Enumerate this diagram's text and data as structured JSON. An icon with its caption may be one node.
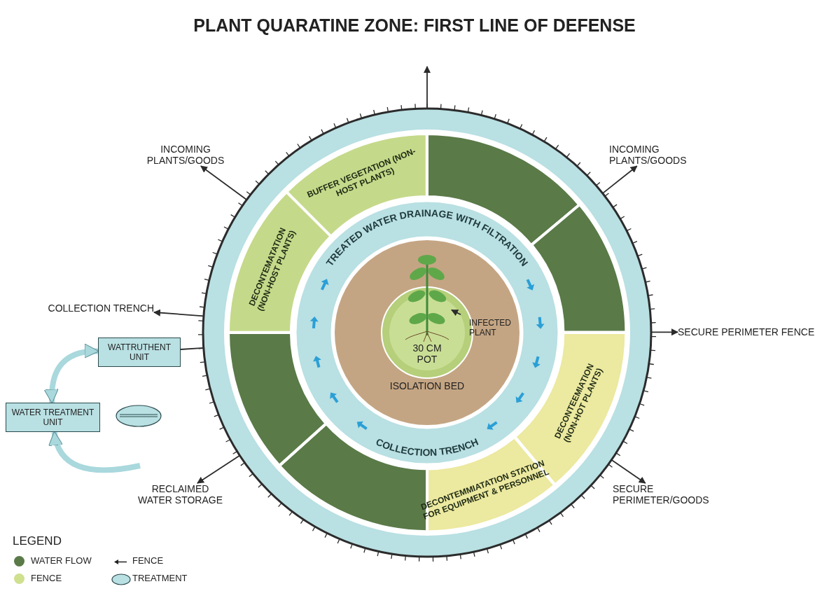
{
  "diagram": {
    "title": "PLANT QUARATINE ZONE: FIRST LINE OF DEFENSE",
    "nodes": [
      {
        "text": [],
        "shape": "circle"
      },
      {
        "text": [
          "BUFFER VEGETATION (NON-HOST PLANTS)"
        ],
        "in": 0
      },
      {
        "text": [
          "DECONTEMATATION (NON-HOST PLANTS)"
        ],
        "in": 0
      },
      {
        "text": [],
        "shape": "box",
        "in": 0
      },
      {
        "text": [],
        "shape": "box",
        "in": 0
      },
      {
        "text": [
          "DECONTEEMIATION (NON-HOT PLANTS)"
        ],
        "in": 0
      },
      {
        "text": [
          "DECONTEMMIATATION STATION FOR EQUIPMENT & PERSONNEL"
        ],
        "in": 0
      },
      {
        "text": [],
        "shape": "box",
        "in": 0
      },
      {
        "text": [],
        "shape": "box",
        "in": 0
      },
      {
        "text": [
          "TREATED WATER DRAINAGE WITH FILTRATION",
          "COLLECTION TRENCH"
        ],
        "in": 0
      },
      {
        "text": [
          "ISOLATION BED"
        ],
        "in": 9
      },
      {
        "text": [
          "30 CM POT"
        ],
        "in": 10
      },
      {
        "text": [],
        "shape": "picture",
        "in": 10
      },
      {
        "text": [
          "INFECTED PLANT"
        ],
        "in": 10
      },
      {
        "text": [
          "INCOMING PLANTS/GOODS"
        ]
      },
      {
        "text": [
          "INCOMING PLANTS/GOODS"
        ]
      },
      {
        "text": [
          "COLLECTION TRENCH"
        ]
      },
      {
        "text": [
          "SECURE PERIMETER FENCE"
        ]
      },
      {
        "text": [
          "RECLAIMED WATER STORAGE"
        ]
      },
      {
        "text": [
          "SECURE PERIMETER/GOODS"
        ]
      },
      {
        "text": [
          "WATTRUTHENT UNIT"
        ]
      },
      {
        "text": [
          "WATER TREATMENT UNIT"
        ]
      },
      {
        "text": [],
        "shape": "ellipse"
      }
    ],
    "edges": [
      {
        "from": 0,
        "to": 14,
        "arrow": "to"
      },
      {
        "from": 0,
        "to": 15,
        "arrow": "to"
      },
      {
        "from": 0,
        "to": 16,
        "arrow": "to"
      },
      {
        "from": 0,
        "to": 17,
        "arrow": "to"
      },
      {
        "from": 0,
        "to": 18,
        "arrow": "to"
      },
      {
        "from": 0,
        "to": 19,
        "arrow": "to"
      },
      {
        "from": 0,
        "to": null,
        "arrow": "to"
      },
      {
        "from": 13,
        "to": 12,
        "arrow": "to"
      },
      {
        "from": 20,
        "to": 0,
        "arrow": "none"
      },
      {
        "from": 21,
        "to": 20,
        "arrow": "both",
        "style": "thick",
        "color": "#a9d8dd"
      },
      {
        "from": null,
        "to": 21,
        "arrow": "to",
        "style": "thick",
        "color": "#a9d8dd"
      }
    ],
    "labels": [
      "LEGEND"
    ],
    "legend": [
      {
        "text": "WATER FLOW",
        "color": "#5a7a48"
      },
      {
        "text": "FENCE",
        "color": "#cfe08f"
      },
      {
        "text": "FENCE"
      },
      {
        "text": "TREATMENT"
      }
    ]
  }
}
